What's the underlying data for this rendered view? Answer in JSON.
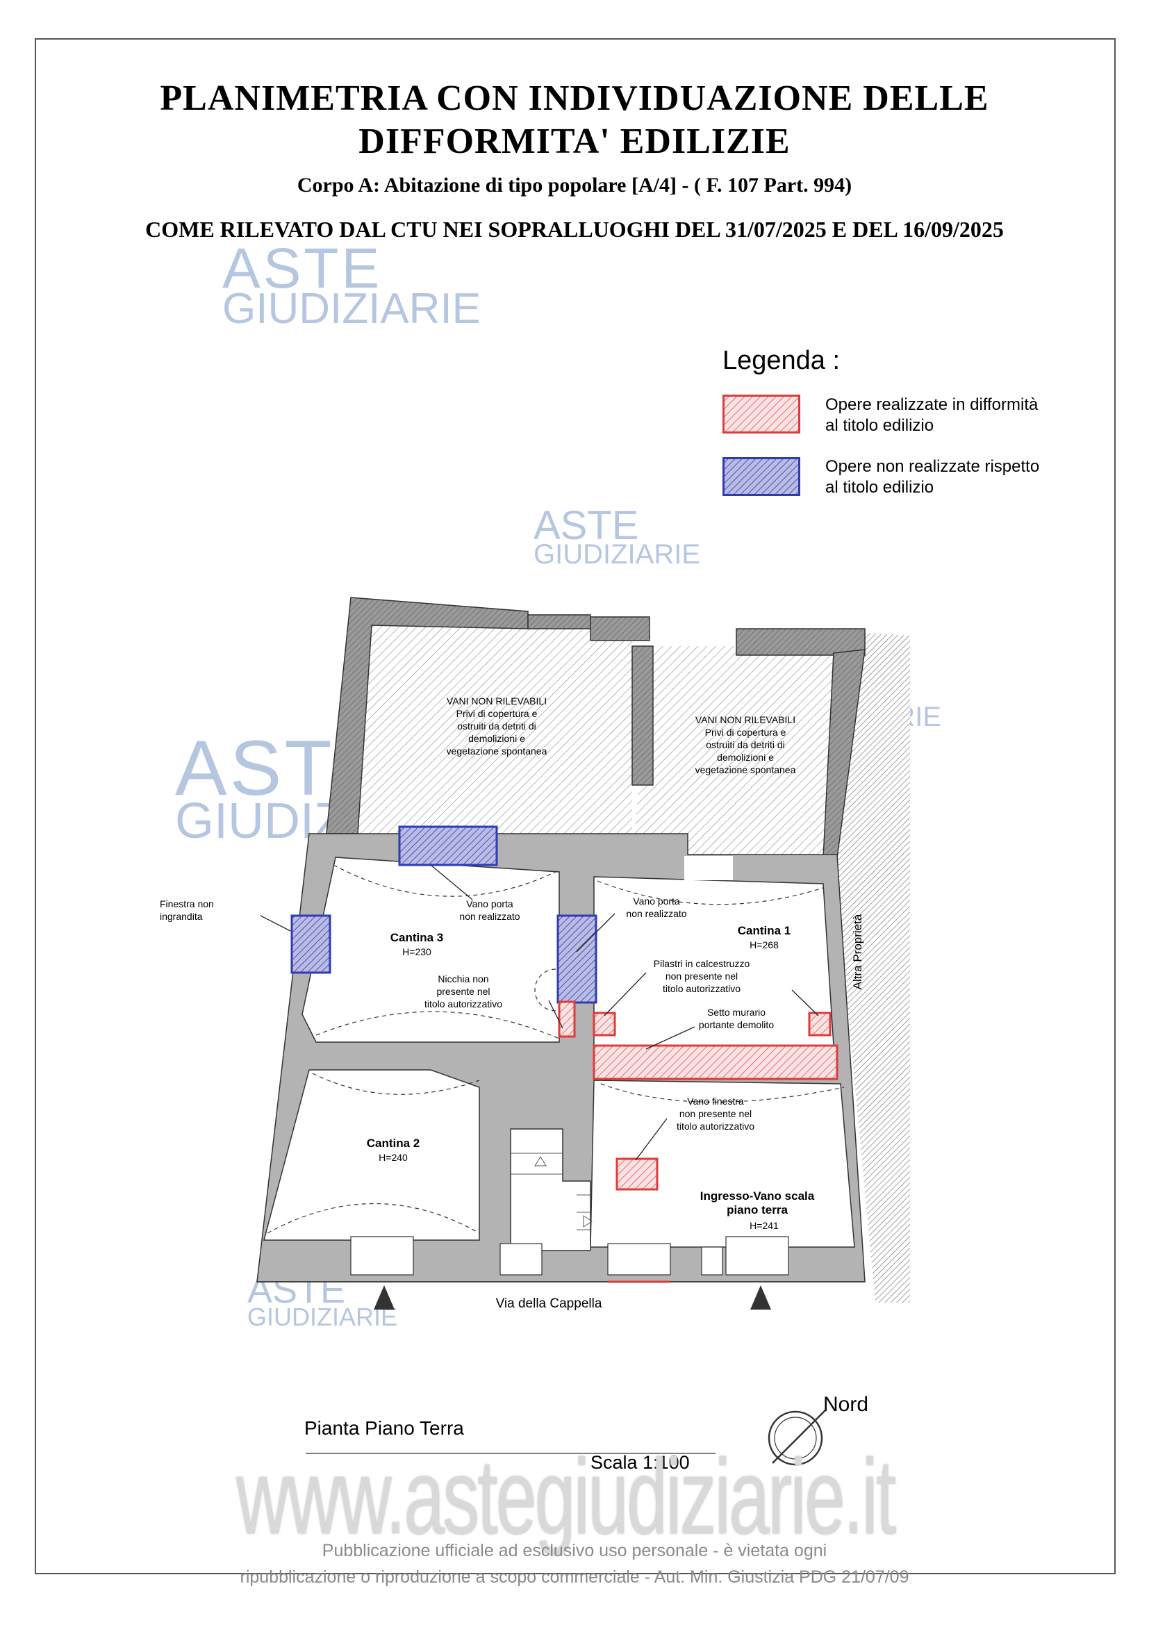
{
  "title": {
    "line1": "PLANIMETRIA CON INDIVIDUAZIONE DELLE",
    "line2": "DIFFORMITA' EDILIZIE",
    "subtitle": "Corpo A: Abitazione di tipo popolare [A/4] - ( F. 107 Part. 994)",
    "survey": "COME RILEVATO DAL CTU NEI SOPRALLUOGHI DEL 31/07/2025 E DEL 16/09/2025"
  },
  "watermark": {
    "line1": "ASTE",
    "line2": "GIUDIZIARIE",
    "site": "www.astegiudiziarie.it"
  },
  "legend": {
    "title": "Legenda :",
    "items": [
      {
        "line1": "Opere realizzate in difformità",
        "line2": "al titolo edilizio",
        "color": "#e03a3a",
        "fill": "#f5c9c9"
      },
      {
        "line1": "Opere non realizzate rispetto",
        "line2": "al titolo edilizio",
        "color": "#2e3bb3",
        "fill": "#9aa0d8"
      }
    ]
  },
  "plan": {
    "unreachable": [
      {
        "l1": "VANI NON RILEVABILI",
        "l2": "Privi di copertura e",
        "l3": "ostruiti da detriti di",
        "l4": "demolizioni e",
        "l5": "vegetazione spontanea"
      },
      {
        "l1": "VANI NON RILEVABILI",
        "l2": "Privi di copertura e",
        "l3": "ostruiti da detriti di",
        "l4": "demolizioni e",
        "l5": "vegetazione spontanea"
      }
    ],
    "rooms": [
      {
        "name": "Cantina 3",
        "h": "H=230"
      },
      {
        "name": "Cantina 1",
        "h": "H=268"
      },
      {
        "name": "Cantina 2",
        "h": "H=240"
      },
      {
        "name1": "Ingresso-Vano scala",
        "name2": "piano terra",
        "h": "H=241"
      }
    ],
    "notes": {
      "window_not_enlarged": {
        "l1": "Finestra non",
        "l2": "ingrandita"
      },
      "door3": {
        "l1": "Vano porta",
        "l2": "non realizzato"
      },
      "door1": {
        "l1": "Vano porta",
        "l2": "non realizzato"
      },
      "niche": {
        "l1": "Nicchia non",
        "l2": "presente nel",
        "l3": "titolo autorizzativo"
      },
      "pillars": {
        "l1": "Pilastri in calcestruzzo",
        "l2": "non presente nel",
        "l3": "titolo autorizzativo"
      },
      "wall": {
        "l1": "Setto murario",
        "l2": "portante demolito"
      },
      "window": {
        "l1": "Vano finestra",
        "l2": "non presente nel",
        "l3": "titolo autorizzativo"
      }
    },
    "other_property": "Altra Proprietà",
    "street": "Via della Cappella",
    "plan_name": "Pianta Piano Terra",
    "scale": "Scala 1:100",
    "north": "Nord"
  },
  "footer": {
    "line1": "Pubblicazione ufficiale ad esclusivo uso personale - è vietata ogni",
    "line2": "ripubblicazione o riproduzione a scopo commerciale - Aut. Min. Giustizia PDG 21/07/09"
  }
}
